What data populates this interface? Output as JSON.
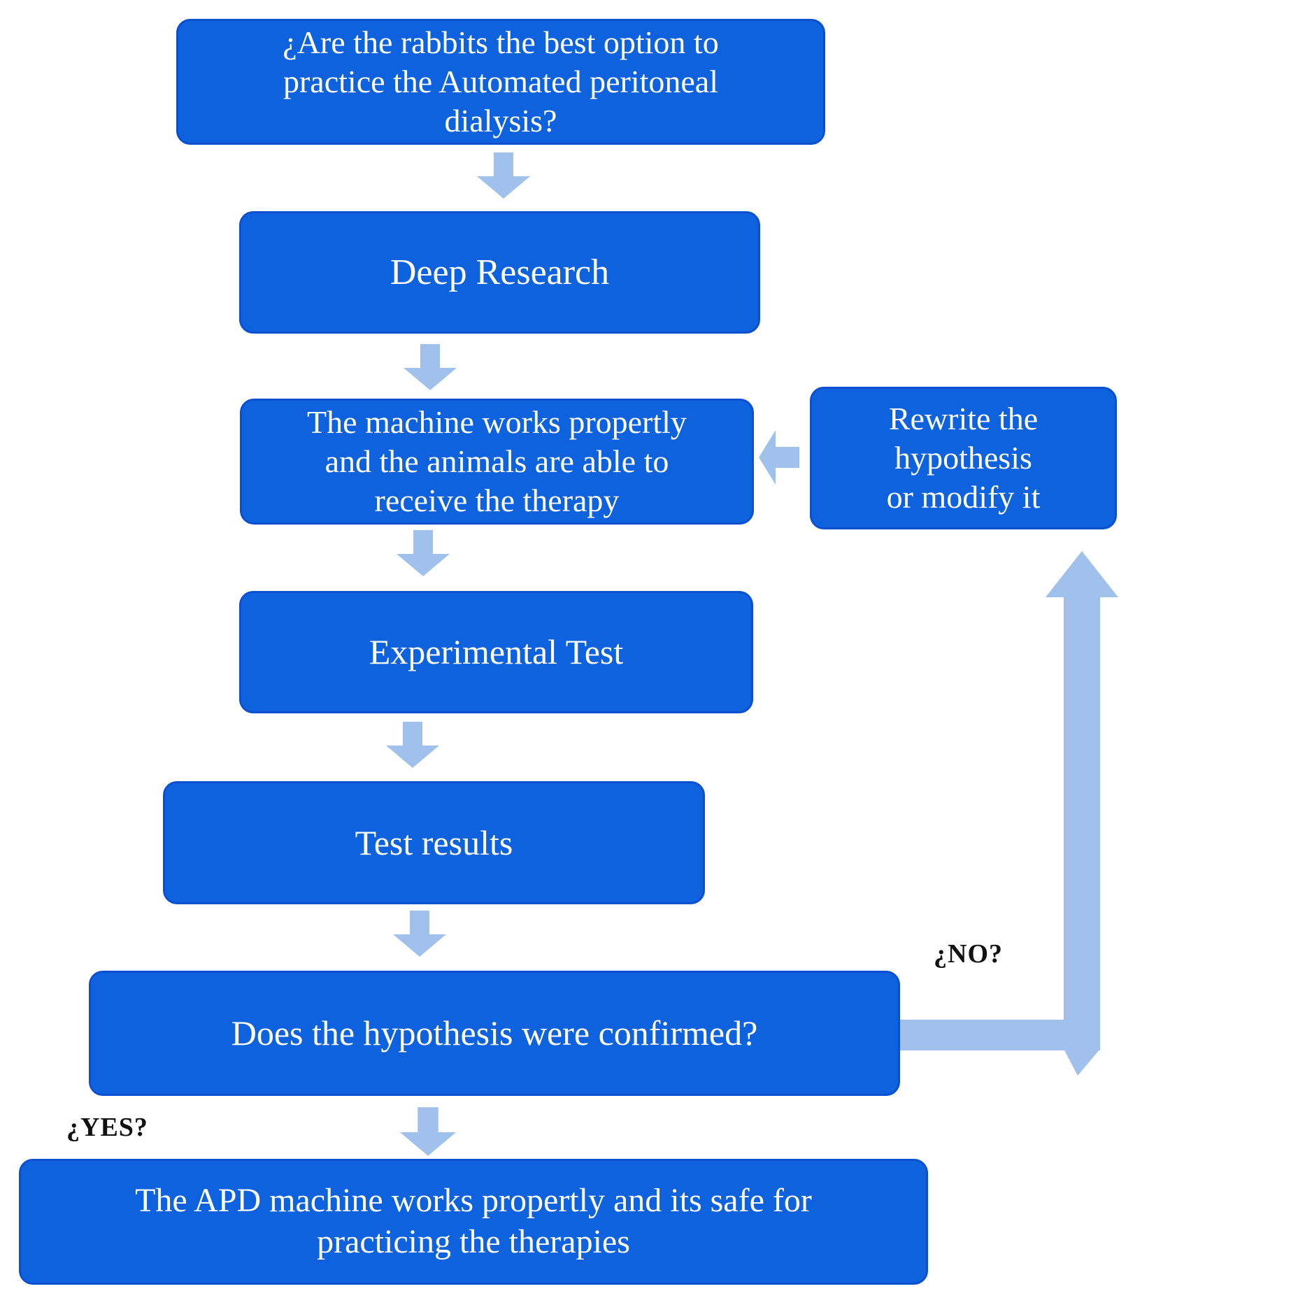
{
  "flowchart": {
    "nodes": [
      {
        "key": "question",
        "text": "¿Are the rabbits the best option to\npractice the Automated peritoneal\ndialysis?"
      },
      {
        "key": "deep_research",
        "text": "Deep Research"
      },
      {
        "key": "machine_works",
        "text": "The machine works propertly\nand the animals are able to\nreceive the therapy"
      },
      {
        "key": "experimental_test",
        "text": "Experimental Test"
      },
      {
        "key": "test_results",
        "text": "Test results"
      },
      {
        "key": "hypothesis_confirmed",
        "text": "Does the hypothesis were confirmed?"
      },
      {
        "key": "conclusion",
        "text": "The APD machine works propertly and its safe for\npracticing the therapies"
      },
      {
        "key": "rewrite_hypothesis",
        "text": "Rewrite the hypothesis\nor modify it"
      }
    ],
    "branch_labels": {
      "yes": "¿YES?",
      "no": "¿NO?"
    },
    "icons": {
      "down_arrows": "arrow-down-icon",
      "left_arrow": "arrow-left-icon",
      "no_connector": "bent-up-arrow-icon"
    },
    "colors": {
      "node_fill": "#0f62dd",
      "node_border": "#0b50d0",
      "node_text": "#ffffff",
      "arrow_fill": "#9fc1ec",
      "label_text": "#111111"
    }
  }
}
